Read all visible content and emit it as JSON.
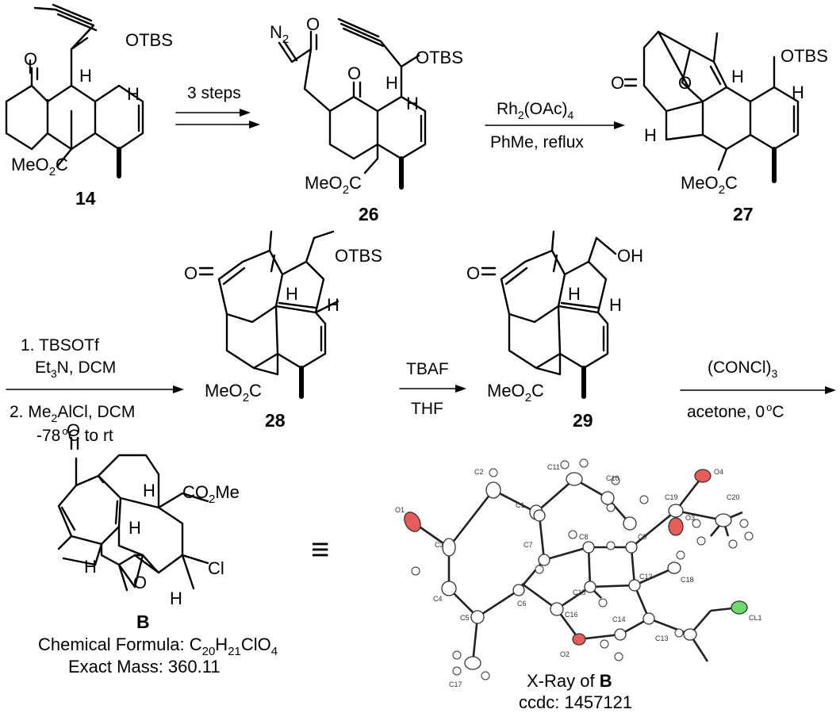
{
  "groups": {
    "otbs": "OTBS",
    "meo2c": "MeO",
    "c": "C",
    "co2me_co": "CO",
    "co2me_me": "Me",
    "oh": "OH",
    "o": "O",
    "h": "H",
    "cl": "Cl",
    "n": "N"
  },
  "compounds": {
    "c14": "14",
    "c26": "26",
    "c27": "27",
    "c28": "28",
    "c29": "29",
    "cB": "B"
  },
  "reactions": {
    "r1": "3 steps",
    "r2_top": "Rh",
    "r2_top_tail": "(OAc)",
    "r2_bottom": "PhMe, reflux",
    "r3_a": "1. TBSOTf",
    "r3_b": "Et",
    "r3_b_tail": "N, DCM",
    "r3_c": "2. Me",
    "r3_c_tail": "AlCl, DCM",
    "r3_d": "-78",
    "r3_d_tail": "C to rt",
    "r4_top": "TBAF",
    "r4_bottom": "THF",
    "r5_top": "(CONCl)",
    "r5_bottom": "acetone, 0",
    "r5_bottom_tail": "C"
  },
  "subscripts": {
    "two": "2",
    "three": "3",
    "four": "4",
    "deg": "o"
  },
  "formula": {
    "label": "Chemical Formula: C",
    "c_n": "20",
    "h": "H",
    "h_n": "21",
    "rest": "ClO",
    "o_n": "4"
  },
  "mass": "Exact Mass: 360.11",
  "xray": {
    "label_prefix": "X-Ray of ",
    "label_bold": "B",
    "ccdc": "ccdc: 1457121",
    "equiv": "≡",
    "atoms": {
      "O1": "O1",
      "C2": "C2",
      "C11": "C11",
      "C10": "C10",
      "O4": "O4",
      "C19": "C19",
      "O3": "O3",
      "C20": "C20",
      "C1": "C1",
      "C3": "C3",
      "C8": "C8",
      "C9": "C9",
      "C7": "C7",
      "C4": "C4",
      "C12": "C12",
      "C18": "C18",
      "C15": "C15",
      "C6": "C6",
      "C5": "C5",
      "C16": "C16",
      "C14": "C14",
      "C13": "C13",
      "CL1": "CL1",
      "C17": "C17",
      "O2": "O2"
    }
  },
  "colors": {
    "oxygen": "#e85b5b",
    "chlorine": "#6fd86f"
  }
}
